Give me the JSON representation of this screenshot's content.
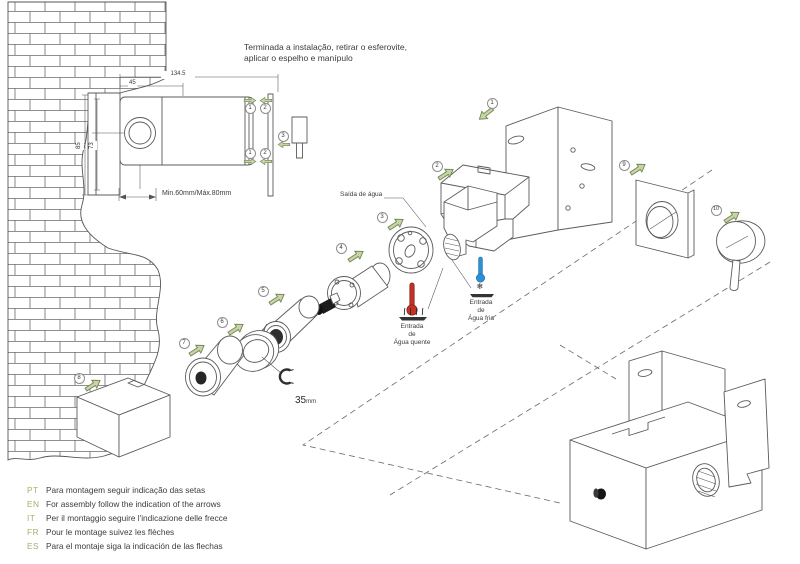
{
  "document": {
    "type": "installation-instructions",
    "top_note": "Terminada a instalação, retirar o esferovite, aplicar o espelho e manípulo",
    "languages": [
      {
        "code": "PT",
        "text": "Para montagem seguir indicação das setas"
      },
      {
        "code": "EN",
        "text": "For assembly follow the indication of the arrows"
      },
      {
        "code": "IT",
        "text": "Per il montaggio seguire l'indicazione delle frecce"
      },
      {
        "code": "FR",
        "text": "Pour le montage suivez les flèches"
      },
      {
        "code": "ES",
        "text": "Para el montaje siga la indicación de las flechas"
      }
    ]
  },
  "labels": {
    "water_outlet": "Saída de água",
    "hot_inlet": "Entrada\nde\nÁgua quente",
    "cold_inlet": "Entrada\nde\nÁgua fria",
    "depth_range": "Min.60mm/Máx.80mm",
    "wrench_size": "35",
    "wrench_unit": "mm",
    "dim_total_width": "134.5",
    "dim_inner_width": "45",
    "dim_outer_height": "85",
    "dim_inner_height": "73"
  },
  "icons": {
    "snowflake": "❄"
  },
  "part_numbers": [
    "1",
    "2",
    "3",
    "4",
    "5",
    "6",
    "7",
    "8",
    "9",
    "10"
  ],
  "colors": {
    "arrow_green": "#c5d6a2",
    "arrow_outline": "#75855c",
    "hot_red": "#c43227",
    "cold_blue": "#2e8fd5",
    "lang_green": "#9fb26a",
    "line_gray": "#5b5b5b"
  }
}
